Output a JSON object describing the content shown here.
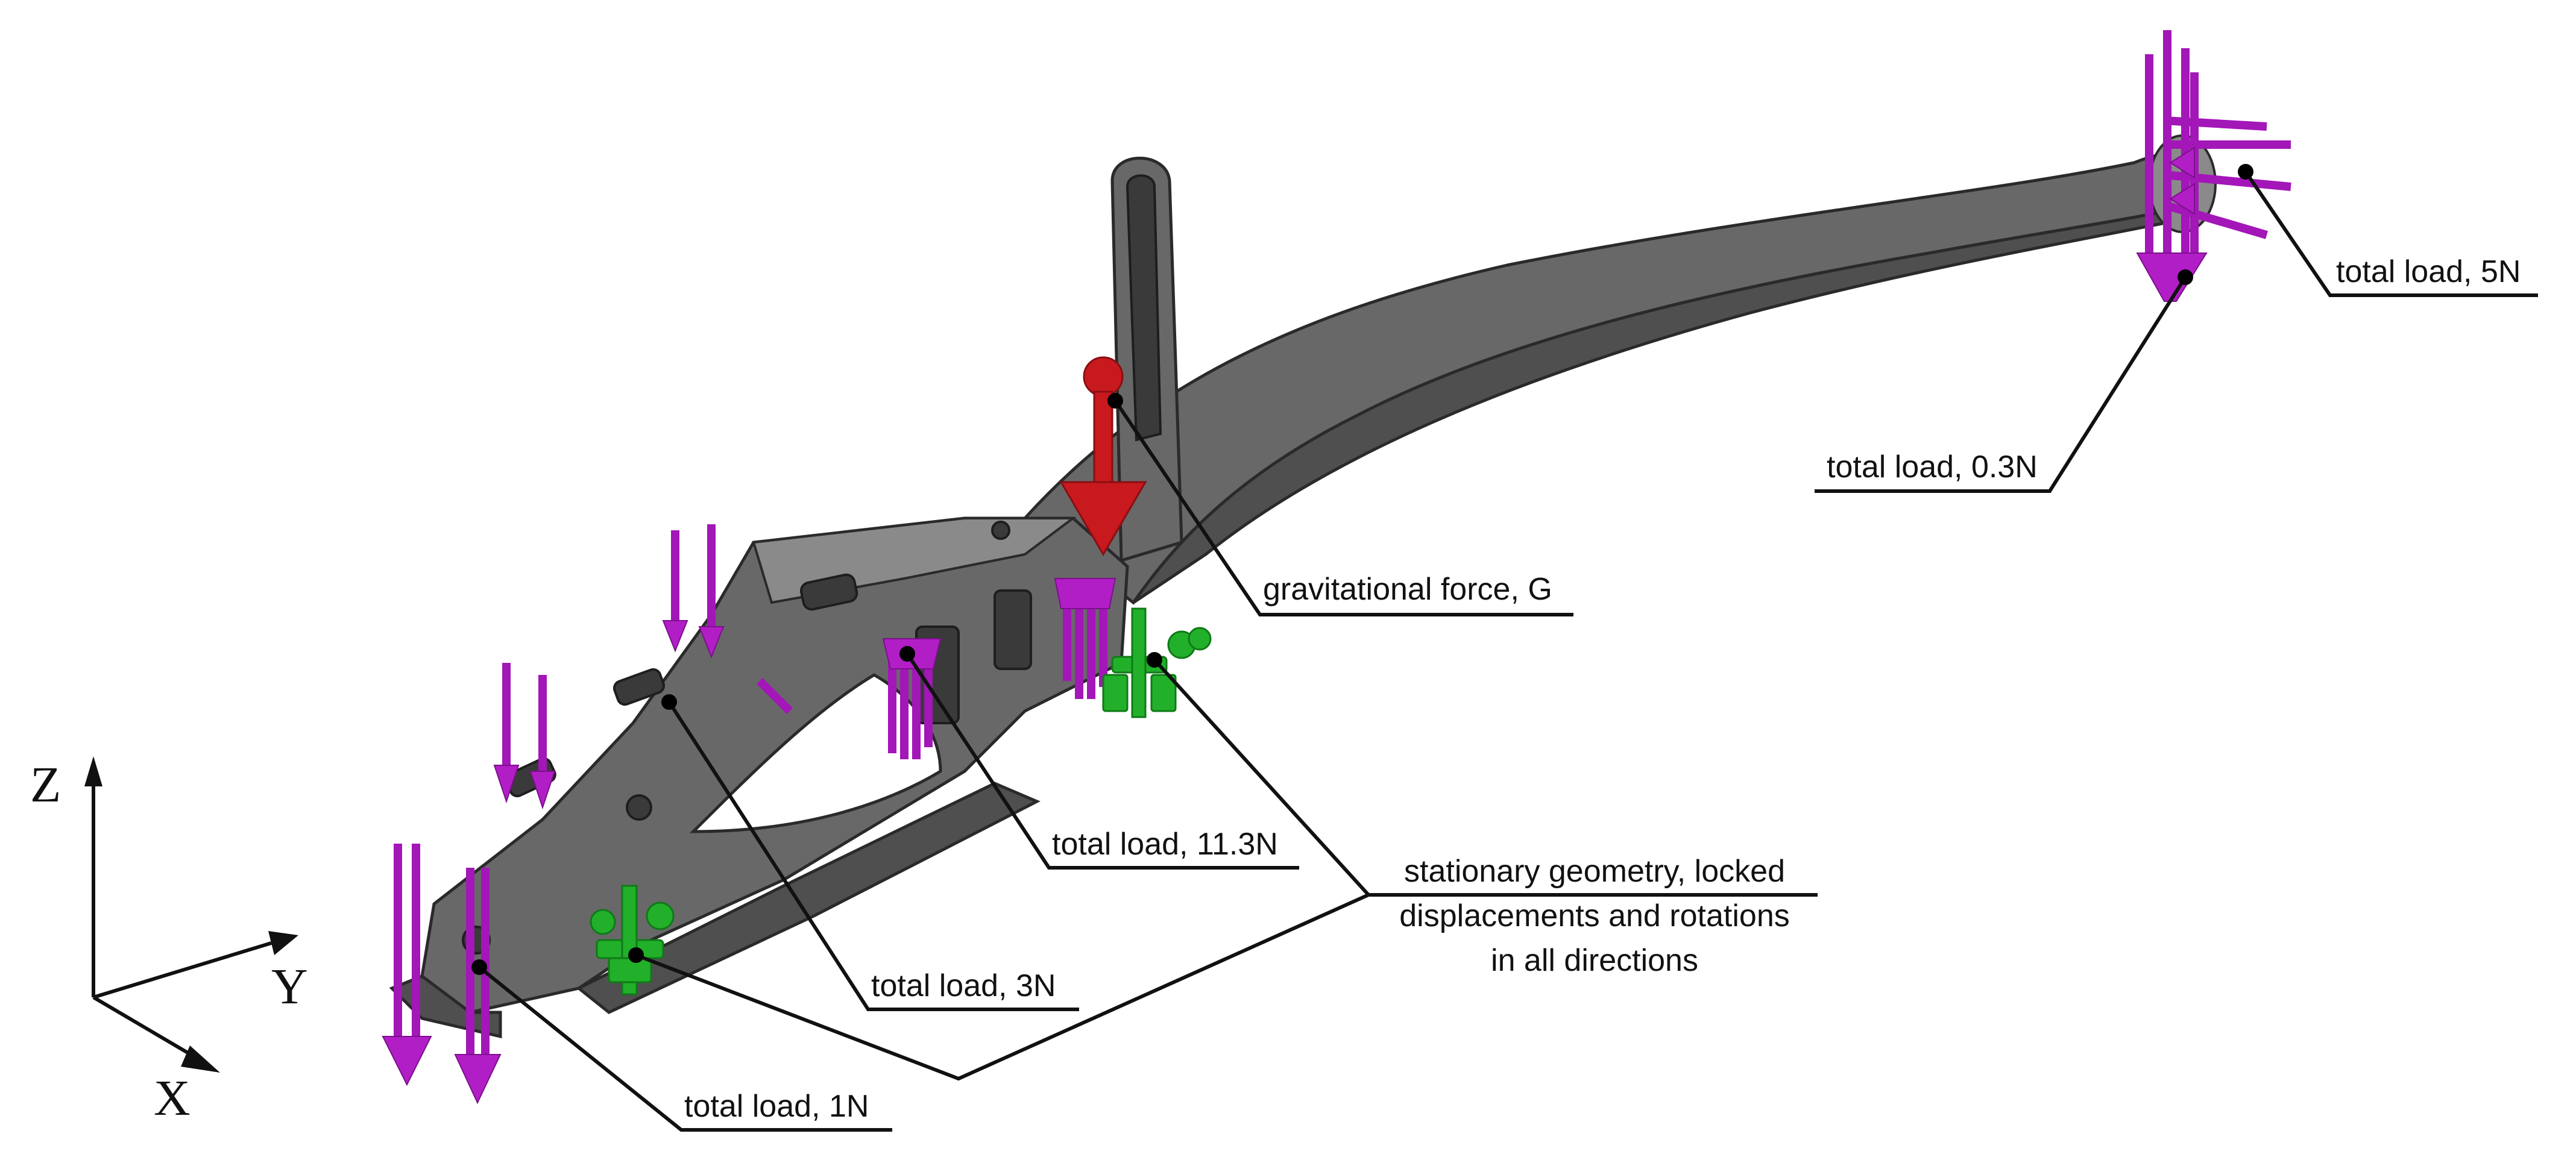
{
  "labels": {
    "gravitational": "gravitational force, G",
    "load_5n": "total load, 5N",
    "load_03n": "total load, 0.3N",
    "load_113n": "total load, 11.3N",
    "load_3n": "total load, 3N",
    "load_1n": "total load, 1N",
    "stationary_line1": "stationary geometry, locked",
    "stationary_line2": "displacements and rotations",
    "stationary_line3": "in all directions"
  },
  "axes": {
    "z": "Z",
    "y": "Y",
    "x": "X"
  },
  "colors": {
    "load_arrows": "#a316b8",
    "gravity_arrow": "#c8191f",
    "fixed_supports": "#22b02a",
    "part_body": "#5a5a5a"
  }
}
